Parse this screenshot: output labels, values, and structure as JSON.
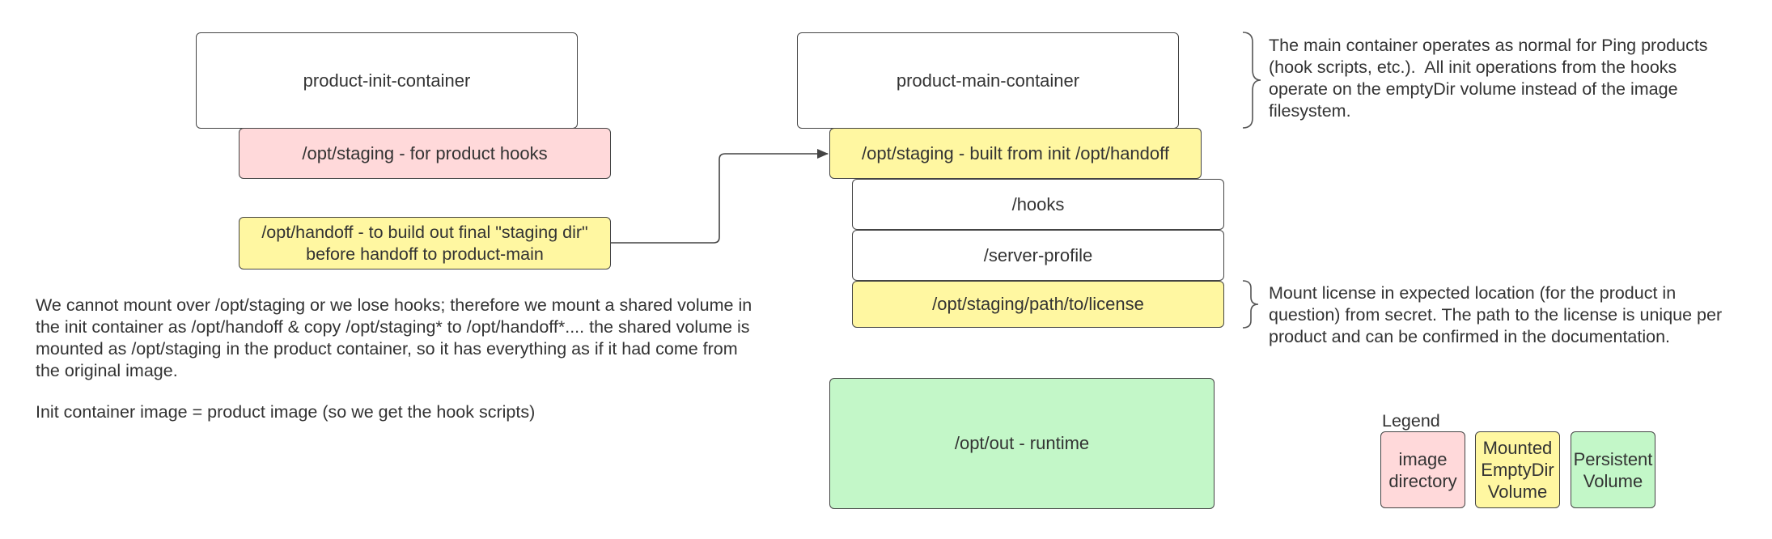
{
  "boxes": {
    "init_container": "product-init-container",
    "init_staging": "/opt/staging - for product hooks",
    "handoff": "/opt/handoff - to build out final \"staging dir\"\nbefore handoff to product-main",
    "main_container": "product-main-container",
    "main_staging": "/opt/staging - built from init /opt/handoff",
    "hooks": "/hooks",
    "server_profile": "/server-profile",
    "license": "/opt/staging/path/to/license",
    "runtime": "/opt/out - runtime"
  },
  "notes": {
    "main_container_note": "The main container operates as normal for Ping products\n(hook scripts, etc.).  All init operations from the hooks\noperate on the emptyDir volume instead of the image\nfilesystem.",
    "license_note": "Mount license in expected location (for the product in\nquestion) from secret. The path to the license is unique per\nproduct and can be confirmed in the documentation.",
    "mount_explanation": "We cannot mount over /opt/staging or we lose hooks; therefore we mount a shared volume in\nthe init container as /opt/handoff & copy /opt/staging* to /opt/handoff*.... the shared volume is\nmounted as /opt/staging in the product container, so it has everything as if it had come from\nthe original image.",
    "init_image_note": "Init container image = product image (so we get the hook scripts)"
  },
  "legend": {
    "title": "Legend",
    "items": [
      {
        "label": "image\ndirectory",
        "color": "#ffd9da"
      },
      {
        "label": "Mounted\nEmptyDir\nVolume",
        "color": "#fff7a1"
      },
      {
        "label": "Persistent\nVolume",
        "color": "#c3f7c8"
      }
    ]
  },
  "colors": {
    "image_directory": "#ffd9da",
    "emptydir_volume": "#fff7a1",
    "persistent_volume": "#c3f7c8",
    "stroke": "#444444"
  }
}
